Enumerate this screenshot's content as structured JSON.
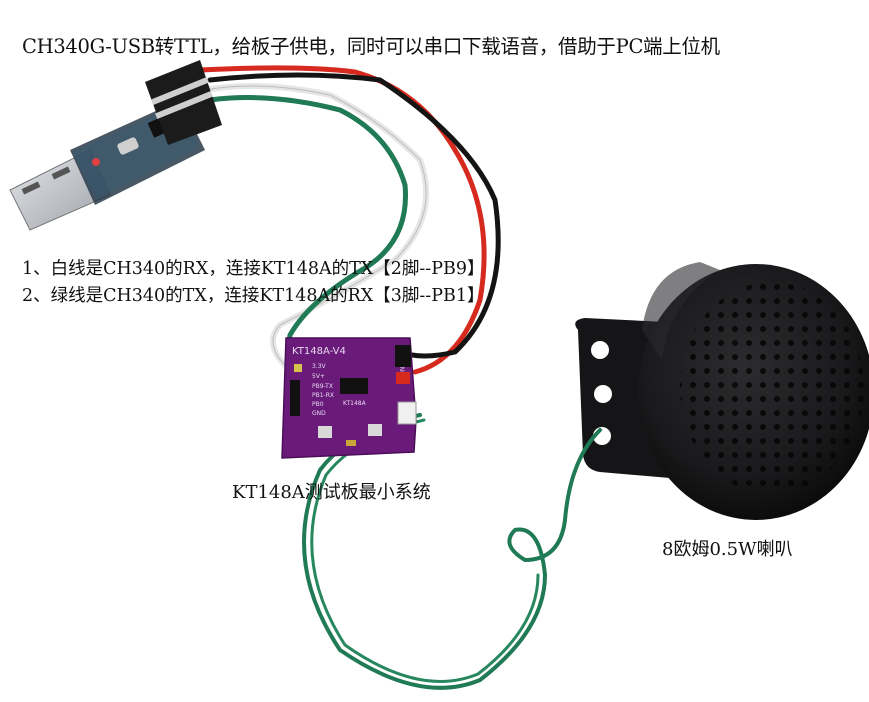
{
  "captions": {
    "top": "CH340G-USB转TTL，给板子供电，同时可以串口下载语音，借助于PC端上位机",
    "note_1": "1、白线是CH340的RX，连接KT148A的TX【2脚--PB9】",
    "note_2": "2、绿线是CH340的TX，连接KT148A的RX【3脚--PB1】",
    "board": "KT148A测试板最小系统",
    "speaker": "8欧姆0.5W喇叭"
  },
  "board_silkscreen": {
    "title": "KT148A-V4",
    "pins": [
      "3.3V",
      "5V+",
      "PB9-TX",
      "PB1-RX",
      "PB0",
      "GND"
    ],
    "chip": "KT148A",
    "gnd": "GND"
  },
  "colors": {
    "background": "#ffffff",
    "pcb": "#6a1b7a",
    "wire_red": "#d62a1f",
    "wire_green": "#1f7a55",
    "wire_white": "#e6e6e6",
    "wire_black": "#141414",
    "speaker": "#1c1c1e"
  }
}
